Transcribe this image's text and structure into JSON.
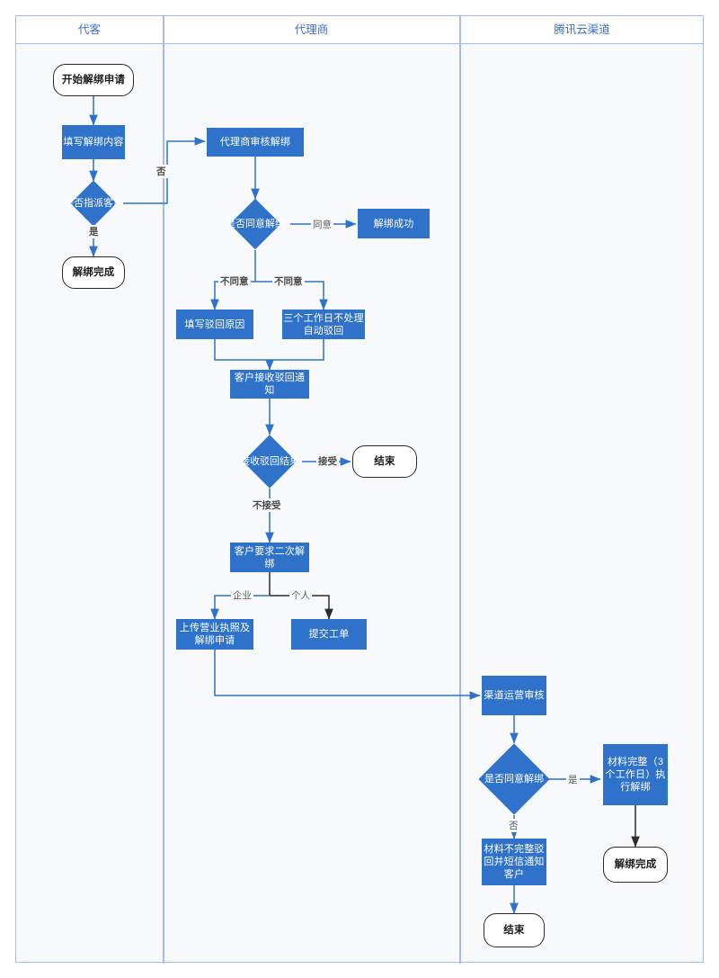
{
  "diagram": {
    "title_lanes": [
      "代客",
      "代理商",
      "腾讯云渠道"
    ],
    "colors": {
      "process_fill": "#2f72c9",
      "lane_border": "#a3bdea",
      "lane_bg": "#f8f9fa",
      "header_text": "#3f6fc0",
      "terminator_border": "#2b2b2b",
      "connector_blue": "#2f72c9",
      "connector_dark": "#2b2b2b"
    }
  },
  "lanes": {
    "customer": {
      "header": "代客"
    },
    "agent": {
      "header": "代理商"
    },
    "tencent": {
      "header": "腾讯云渠道"
    }
  },
  "nodes": {
    "start_unbind_request": {
      "label": "开始解绑申请",
      "type": "terminator",
      "lane": "代客"
    },
    "fill_unbind_content": {
      "label": "填写解绑内容",
      "type": "process",
      "lane": "代客"
    },
    "assign_customer_decision": {
      "label": "是否指派客户",
      "type": "decision",
      "lane": "代客"
    },
    "unbind_complete_left": {
      "label": "解绑完成",
      "type": "terminator",
      "lane": "代客"
    },
    "agent_review_unbind": {
      "label": "代理商审核解绑",
      "type": "process",
      "lane": "代理商"
    },
    "agree_unbind_decision": {
      "label": "是否同意解绑",
      "type": "decision",
      "lane": "代理商"
    },
    "unbind_success": {
      "label": "解绑成功",
      "type": "process",
      "lane": "代理商"
    },
    "fill_reject_reason": {
      "label": "填写驳回原因",
      "type": "process",
      "lane": "代理商"
    },
    "auto_reject_3days": {
      "label": "三个工作日不处理自动驳回",
      "type": "process",
      "lane": "代理商"
    },
    "customer_receive_reject_notice": {
      "label": "客户接收驳回通知",
      "type": "process",
      "lane": "代理商"
    },
    "receive_reject_result": {
      "label": "接收驳回结果",
      "type": "decision",
      "lane": "代理商"
    },
    "end_agent": {
      "label": "结束",
      "type": "terminator",
      "lane": "代理商"
    },
    "customer_request_second_unbind": {
      "label": "客户要求二次解绑",
      "type": "process",
      "lane": "代理商"
    },
    "upload_license_and_application": {
      "label": "上传营业执照及解绑申请",
      "type": "process",
      "lane": "代理商"
    },
    "submit_ticket": {
      "label": "提交工单",
      "type": "process",
      "lane": "代理商"
    },
    "channel_operation_review": {
      "label": "渠道运营审核",
      "type": "process",
      "lane": "腾讯云渠道"
    },
    "agree_unbind_decision_tencent": {
      "label": "是否同意解绑",
      "type": "decision",
      "lane": "腾讯云渠道"
    },
    "materials_complete_execute": {
      "label": "材料完整（3个工作日）执行解绑",
      "type": "process",
      "lane": "腾讯云渠道"
    },
    "materials_incomplete_reject_sms": {
      "label": "材料不完整驳回并短信通知客户",
      "type": "process",
      "lane": "腾讯云渠道"
    },
    "unbind_complete_right": {
      "label": "解绑完成",
      "type": "terminator",
      "lane": "腾讯云渠道"
    },
    "end_tencent": {
      "label": "结束",
      "type": "terminator",
      "lane": "腾讯云渠道"
    }
  },
  "edge_labels": {
    "no_assign": "否",
    "yes_assign": "是",
    "agree": "同意",
    "disagree_left": "不同意",
    "disagree_right": "不同意",
    "accept": "接受",
    "not_accept": "不接受",
    "enterprise": "企业",
    "individual": "个人",
    "yes_tencent": "是",
    "no_tencent": "否"
  }
}
